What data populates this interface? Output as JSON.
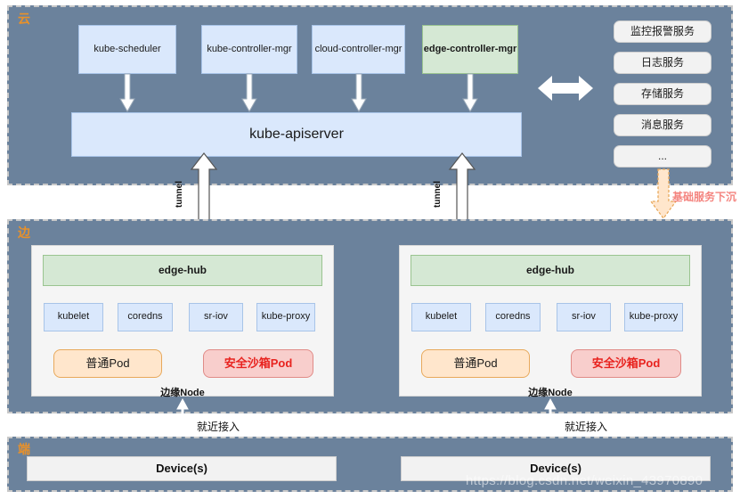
{
  "layers": [
    {
      "id": "cloud",
      "label": "云"
    },
    {
      "id": "edge",
      "label": "边"
    },
    {
      "id": "device",
      "label": "端"
    }
  ],
  "cloud": {
    "components": [
      {
        "name": "kube-scheduler",
        "style": "blue"
      },
      {
        "name": "kube-controller-mgr",
        "style": "blue"
      },
      {
        "name": "cloud-controller-mgr",
        "style": "blue"
      },
      {
        "name": "edge-controller-mgr",
        "style": "green"
      }
    ],
    "apiserver": "kube-apiserver",
    "services": [
      "监控报警服务",
      "日志服务",
      "存储服务",
      "消息服务",
      "..."
    ],
    "sink_label": "基础服务下沉"
  },
  "tunnels": [
    {
      "label": "tunnel"
    },
    {
      "label": "tunnel"
    }
  ],
  "edge": {
    "nodes": [
      {
        "hub": "edge-hub",
        "agents": [
          "kubelet",
          "coredns",
          "sr-iov",
          "kube-proxy"
        ],
        "pods": [
          {
            "label": "普通Pod",
            "style": "orange"
          },
          {
            "label": "安全沙箱Pod",
            "style": "red"
          }
        ],
        "caption": "边缘Node"
      },
      {
        "hub": "edge-hub",
        "agents": [
          "kubelet",
          "coredns",
          "sr-iov",
          "kube-proxy"
        ],
        "pods": [
          {
            "label": "普通Pod",
            "style": "orange"
          },
          {
            "label": "安全沙箱Pod",
            "style": "red"
          }
        ],
        "caption": "边缘Node"
      }
    ]
  },
  "access_labels": [
    "就近接入",
    "就近接入"
  ],
  "devices": [
    "Device(s)",
    "Device(s)"
  ],
  "watermark": "https://blog.csdn.net/weixin_43970890",
  "colors": {
    "band": "#6b829c",
    "blue": "#dae8fc",
    "green": "#d5e8d4",
    "orange": "#ffe6cc",
    "red": "#f8cecc",
    "accent_label": "#e8912a",
    "sink_text": "#f4847f"
  }
}
